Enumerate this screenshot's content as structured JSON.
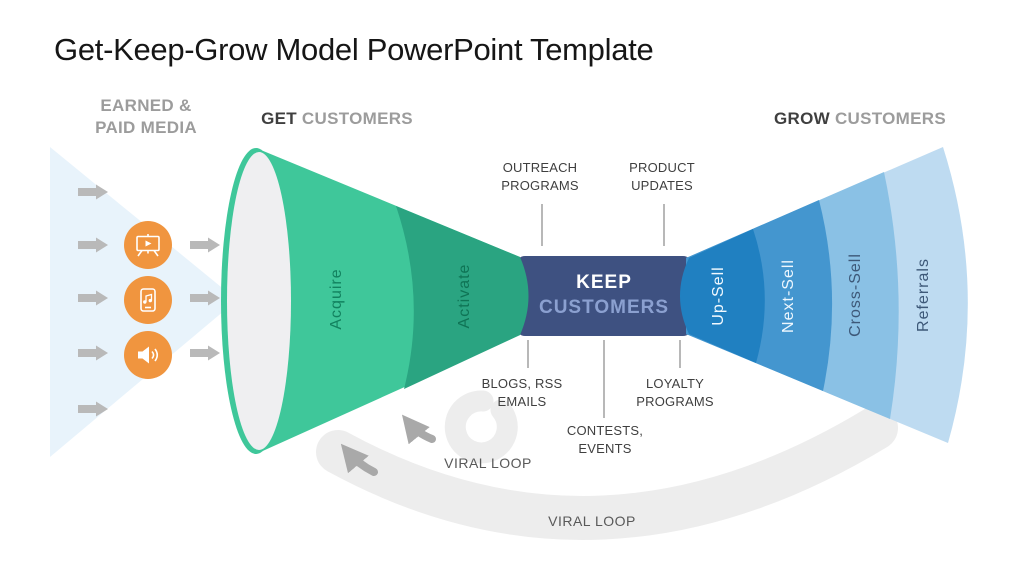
{
  "title": "Get-Keep-Grow Model PowerPoint Template",
  "headers": {
    "media": {
      "line1": "EARNED &",
      "line2": "PAID MEDIA"
    },
    "get": {
      "strong": "GET",
      "rest": "CUSTOMERS"
    },
    "grow": {
      "strong": "GROW",
      "rest": "CUSTOMERS"
    }
  },
  "funnel": {
    "acquire": "Acquire",
    "activate": "Activate",
    "keep_line1": "KEEP",
    "keep_line2": "CUSTOMERS",
    "upsell": "Up-Sell",
    "nextsell": "Next-Sell",
    "crosssell": "Cross-Sell",
    "referrals": "Referrals"
  },
  "callouts": {
    "outreach": {
      "line1": "OUTREACH",
      "line2": "PROGRAMS"
    },
    "product": {
      "line1": "PRODUCT",
      "line2": "UPDATES"
    },
    "blogs": {
      "line1": "BLOGS, RSS",
      "line2": "EMAILS"
    },
    "contests": {
      "line1": "CONTESTS,",
      "line2": "EVENTS"
    },
    "loyalty": {
      "line1": "LOYALTY",
      "line2": "PROGRAMS"
    }
  },
  "viral": {
    "inner": "VIRAL LOOP",
    "outer": "VIRAL LOOP"
  },
  "icons": {
    "row1": "video-presentation-icon",
    "row2": "mobile-media-icon",
    "row3": "speaker-icon"
  },
  "colors": {
    "acquire": "#3fc79a",
    "activate": "#2aa481",
    "funnel_mouth": "#efeff1",
    "keep_box": "#3e5181",
    "upsell": "#2080c1",
    "nextsell": "#4496cf",
    "crosssell": "#8ac1e5",
    "referrals": "#bedbf1",
    "media_triangle": "#e8f3fb",
    "media_arrow": "#b9b9b9",
    "icon_orange": "#f0953f",
    "loop_band": "#ededed",
    "loop_arrow": "#a9a9a9",
    "connector": "#b8b8b8"
  }
}
